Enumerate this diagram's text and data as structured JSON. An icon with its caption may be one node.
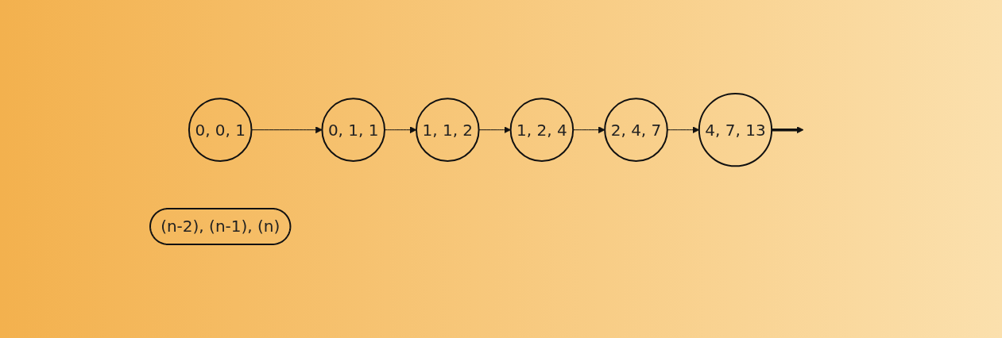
{
  "diagram": {
    "nodes": [
      {
        "text": [
          "0, 0, 1"
        ]
      },
      {
        "text": [
          "0, 1, 1"
        ]
      },
      {
        "text": [
          "1, 1, 2"
        ]
      },
      {
        "text": [
          "1, 2, 4"
        ]
      },
      {
        "text": [
          "2, 4, 7"
        ]
      },
      {
        "text": [
          "4, 7, 13"
        ]
      },
      {
        "text": [
          "(n-2), (n-1), (n)"
        ]
      }
    ],
    "edges": [
      {
        "from": 0,
        "to": 1,
        "arrow": "to"
      },
      {
        "from": 1,
        "to": 2,
        "arrow": "to"
      },
      {
        "from": 2,
        "to": 3,
        "arrow": "to"
      },
      {
        "from": 3,
        "to": 4,
        "arrow": "to"
      },
      {
        "from": 4,
        "to": 5,
        "arrow": "to"
      },
      {
        "from": 5,
        "to": null,
        "arrow": "to",
        "style": "thick"
      }
    ]
  }
}
